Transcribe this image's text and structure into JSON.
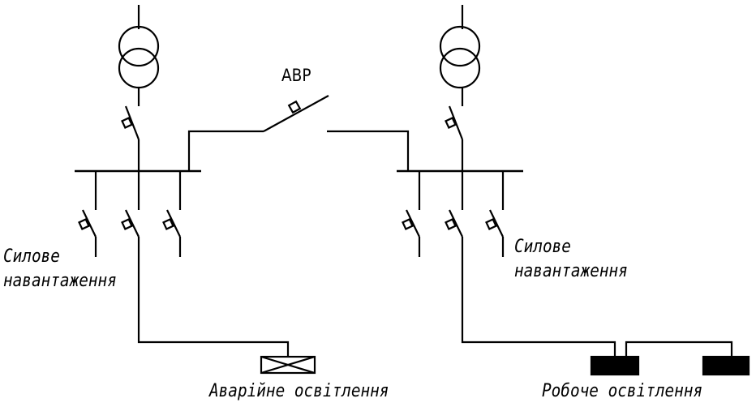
{
  "labels": {
    "avr": "АВР",
    "left_load_line1": "Силове",
    "left_load_line2": "навантаження",
    "right_load_line1": "Силове",
    "right_load_line2": "навантаження",
    "emergency_lighting": "Аварійне освітлення",
    "working_lighting": "Робоче освітлення"
  },
  "colors": {
    "stroke": "#000000",
    "background": "#ffffff"
  }
}
